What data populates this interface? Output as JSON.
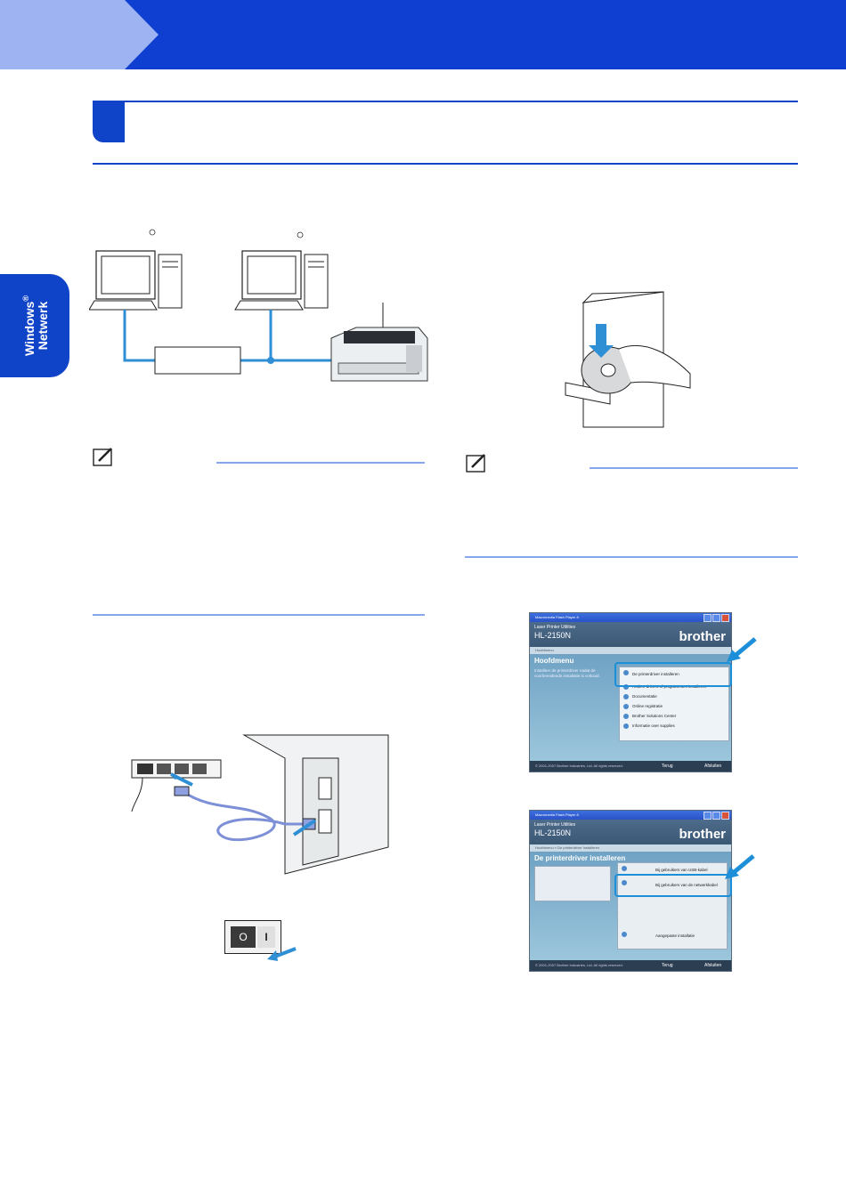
{
  "side_tab": {
    "brand": "Windows",
    "reg": "®",
    "section": "Netwerk"
  },
  "screen1": {
    "window_title": "Macromedia Flash Player 8",
    "product_line": "Laser Printer Utilities",
    "model": "HL-2150N",
    "brand": "brother",
    "breadcrumb": "Hoofdmenu",
    "section_title": "Hoofdmenu",
    "intro": "Installeer de printerdriver nadat de voorbereidende installatie is voltooid.",
    "menu_items": [
      "De printerdriver installeren",
      "Andere drivers of programma's installeren",
      "Documentatie",
      "Online registratie",
      "Brother Solutions Center",
      "Informatie over supplies"
    ],
    "footer_copyright": "© 2001-2007 Brother Industries, Ltd. All rights reserved.",
    "back_label": "Terug",
    "close_label": "Afsluiten"
  },
  "screen2": {
    "window_title": "Macromedia Flash Player 8",
    "product_line": "Laser Printer Utilities",
    "model": "HL-2150N",
    "brand": "brother",
    "breadcrumb": "Hoofdmenu  »  De printerdriver installeren",
    "section_title": "De printerdriver installeren",
    "options": [
      "Bij gebruikers van USB-kabel",
      "Bij gebruikers van de netwerkkabel",
      "Aangepaste installatie"
    ],
    "footer_copyright": "© 2001-2007 Brother Industries, Ltd. All rights reserved.",
    "back_label": "Terug",
    "close_label": "Afsluiten"
  },
  "switch": {
    "off": "O",
    "on": "I"
  },
  "colors": {
    "brand_blue": "#0f43c8",
    "light_rule": "#86a6ee",
    "callout": "#1d8ed8"
  }
}
